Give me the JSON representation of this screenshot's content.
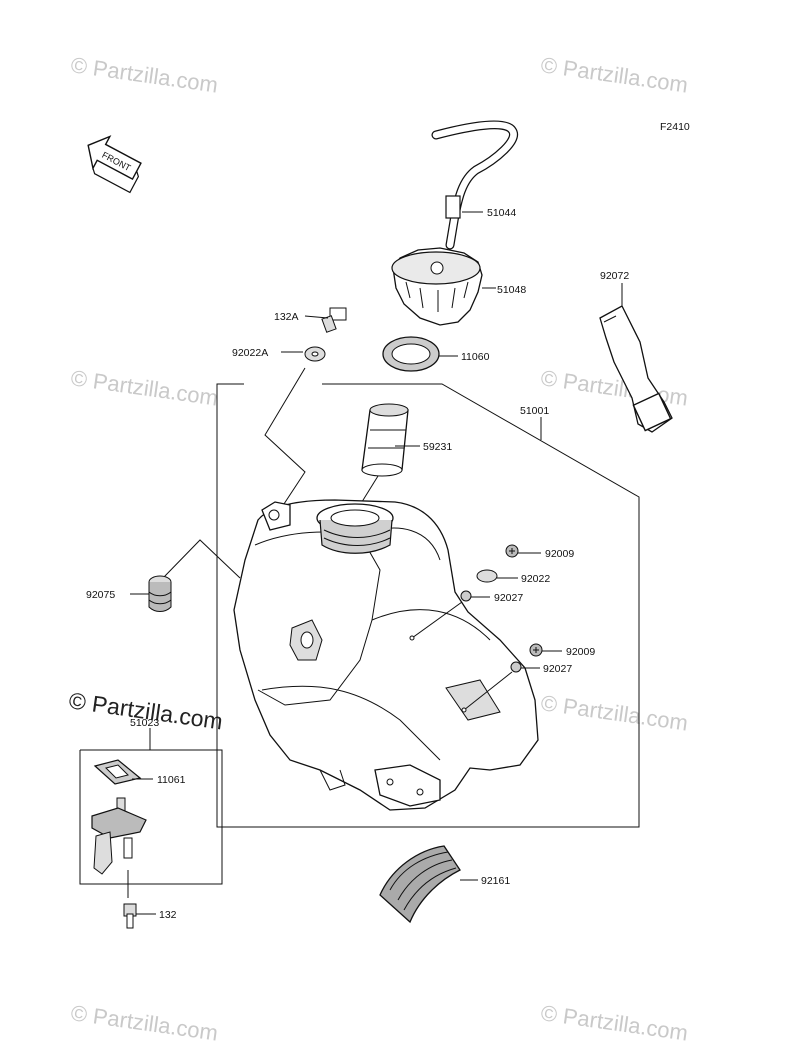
{
  "figure_code": "F2410",
  "front_label": "FRONT",
  "watermark": {
    "text": "© Partzilla.com",
    "overlay_text": "© Partzilla.com"
  },
  "parts": [
    {
      "id": "p-51044",
      "number": "51044"
    },
    {
      "id": "p-51048",
      "number": "51048"
    },
    {
      "id": "p-92072",
      "number": "92072"
    },
    {
      "id": "p-132A",
      "number": "132A"
    },
    {
      "id": "p-92022A",
      "number": "92022A"
    },
    {
      "id": "p-11060",
      "number": "11060"
    },
    {
      "id": "p-51001",
      "number": "51001"
    },
    {
      "id": "p-59231",
      "number": "59231"
    },
    {
      "id": "p-92009a",
      "number": "92009"
    },
    {
      "id": "p-92022",
      "number": "92022"
    },
    {
      "id": "p-92027a",
      "number": "92027"
    },
    {
      "id": "p-92075",
      "number": "92075"
    },
    {
      "id": "p-92009b",
      "number": "92009"
    },
    {
      "id": "p-92027b",
      "number": "92027"
    },
    {
      "id": "p-51023",
      "number": "51023"
    },
    {
      "id": "p-11061",
      "number": "11061"
    },
    {
      "id": "p-92161",
      "number": "92161"
    },
    {
      "id": "p-132",
      "number": "132"
    }
  ]
}
